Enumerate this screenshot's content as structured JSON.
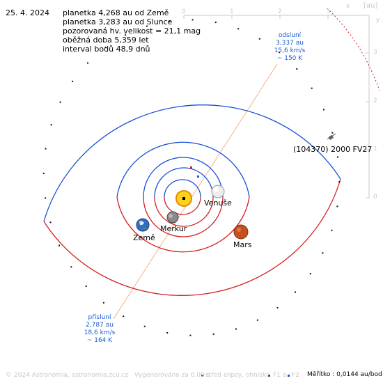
{
  "date": "25. 4. 2024",
  "info_lines": [
    "planetka 4,268 au od Země",
    "planetka 3,283 au od Slunce",
    "pozorovaná hv. velikost = 21,1 mag",
    "oběžná doba 5,359 let",
    "interval bodů 48,9 dnů"
  ],
  "axis": {
    "unit": "[au]",
    "x_marker": "x",
    "y_marker": "y",
    "x_ticks": [
      "0",
      "1",
      "2",
      "3"
    ],
    "y_ticks": [
      "3",
      "2",
      "1",
      "0"
    ]
  },
  "aphelion": {
    "title": "odsluní",
    "distance": "3,337 au",
    "speed": "15,6 km/s",
    "temp": "~ 150 K"
  },
  "perihelion": {
    "title": "přísluní",
    "distance": "2,787 au",
    "speed": "18,6 km/s",
    "temp": "~ 164 K"
  },
  "asteroid_label": "(104370) 2000 FV27",
  "planets": {
    "mercury": "Merkur",
    "venus": "Venuše",
    "earth": "Země",
    "mars": "Mars"
  },
  "footer": {
    "copyright": "© 2024 Astronomia, astronomia.zcu.cz",
    "generated": "Vygenerováno za 0,09 s",
    "legend_center": "střed elipsy, ohniska",
    "legend_f1": "F1 a",
    "legend_f2": "F2",
    "scale": "Měřítko : 0,0144 au/bod"
  },
  "colors": {
    "orbit_blue": "#1a4fd6",
    "orbit_red": "#d42020",
    "apsis_line": "#f4a070",
    "axis_gray": "#c8c8c8"
  }
}
